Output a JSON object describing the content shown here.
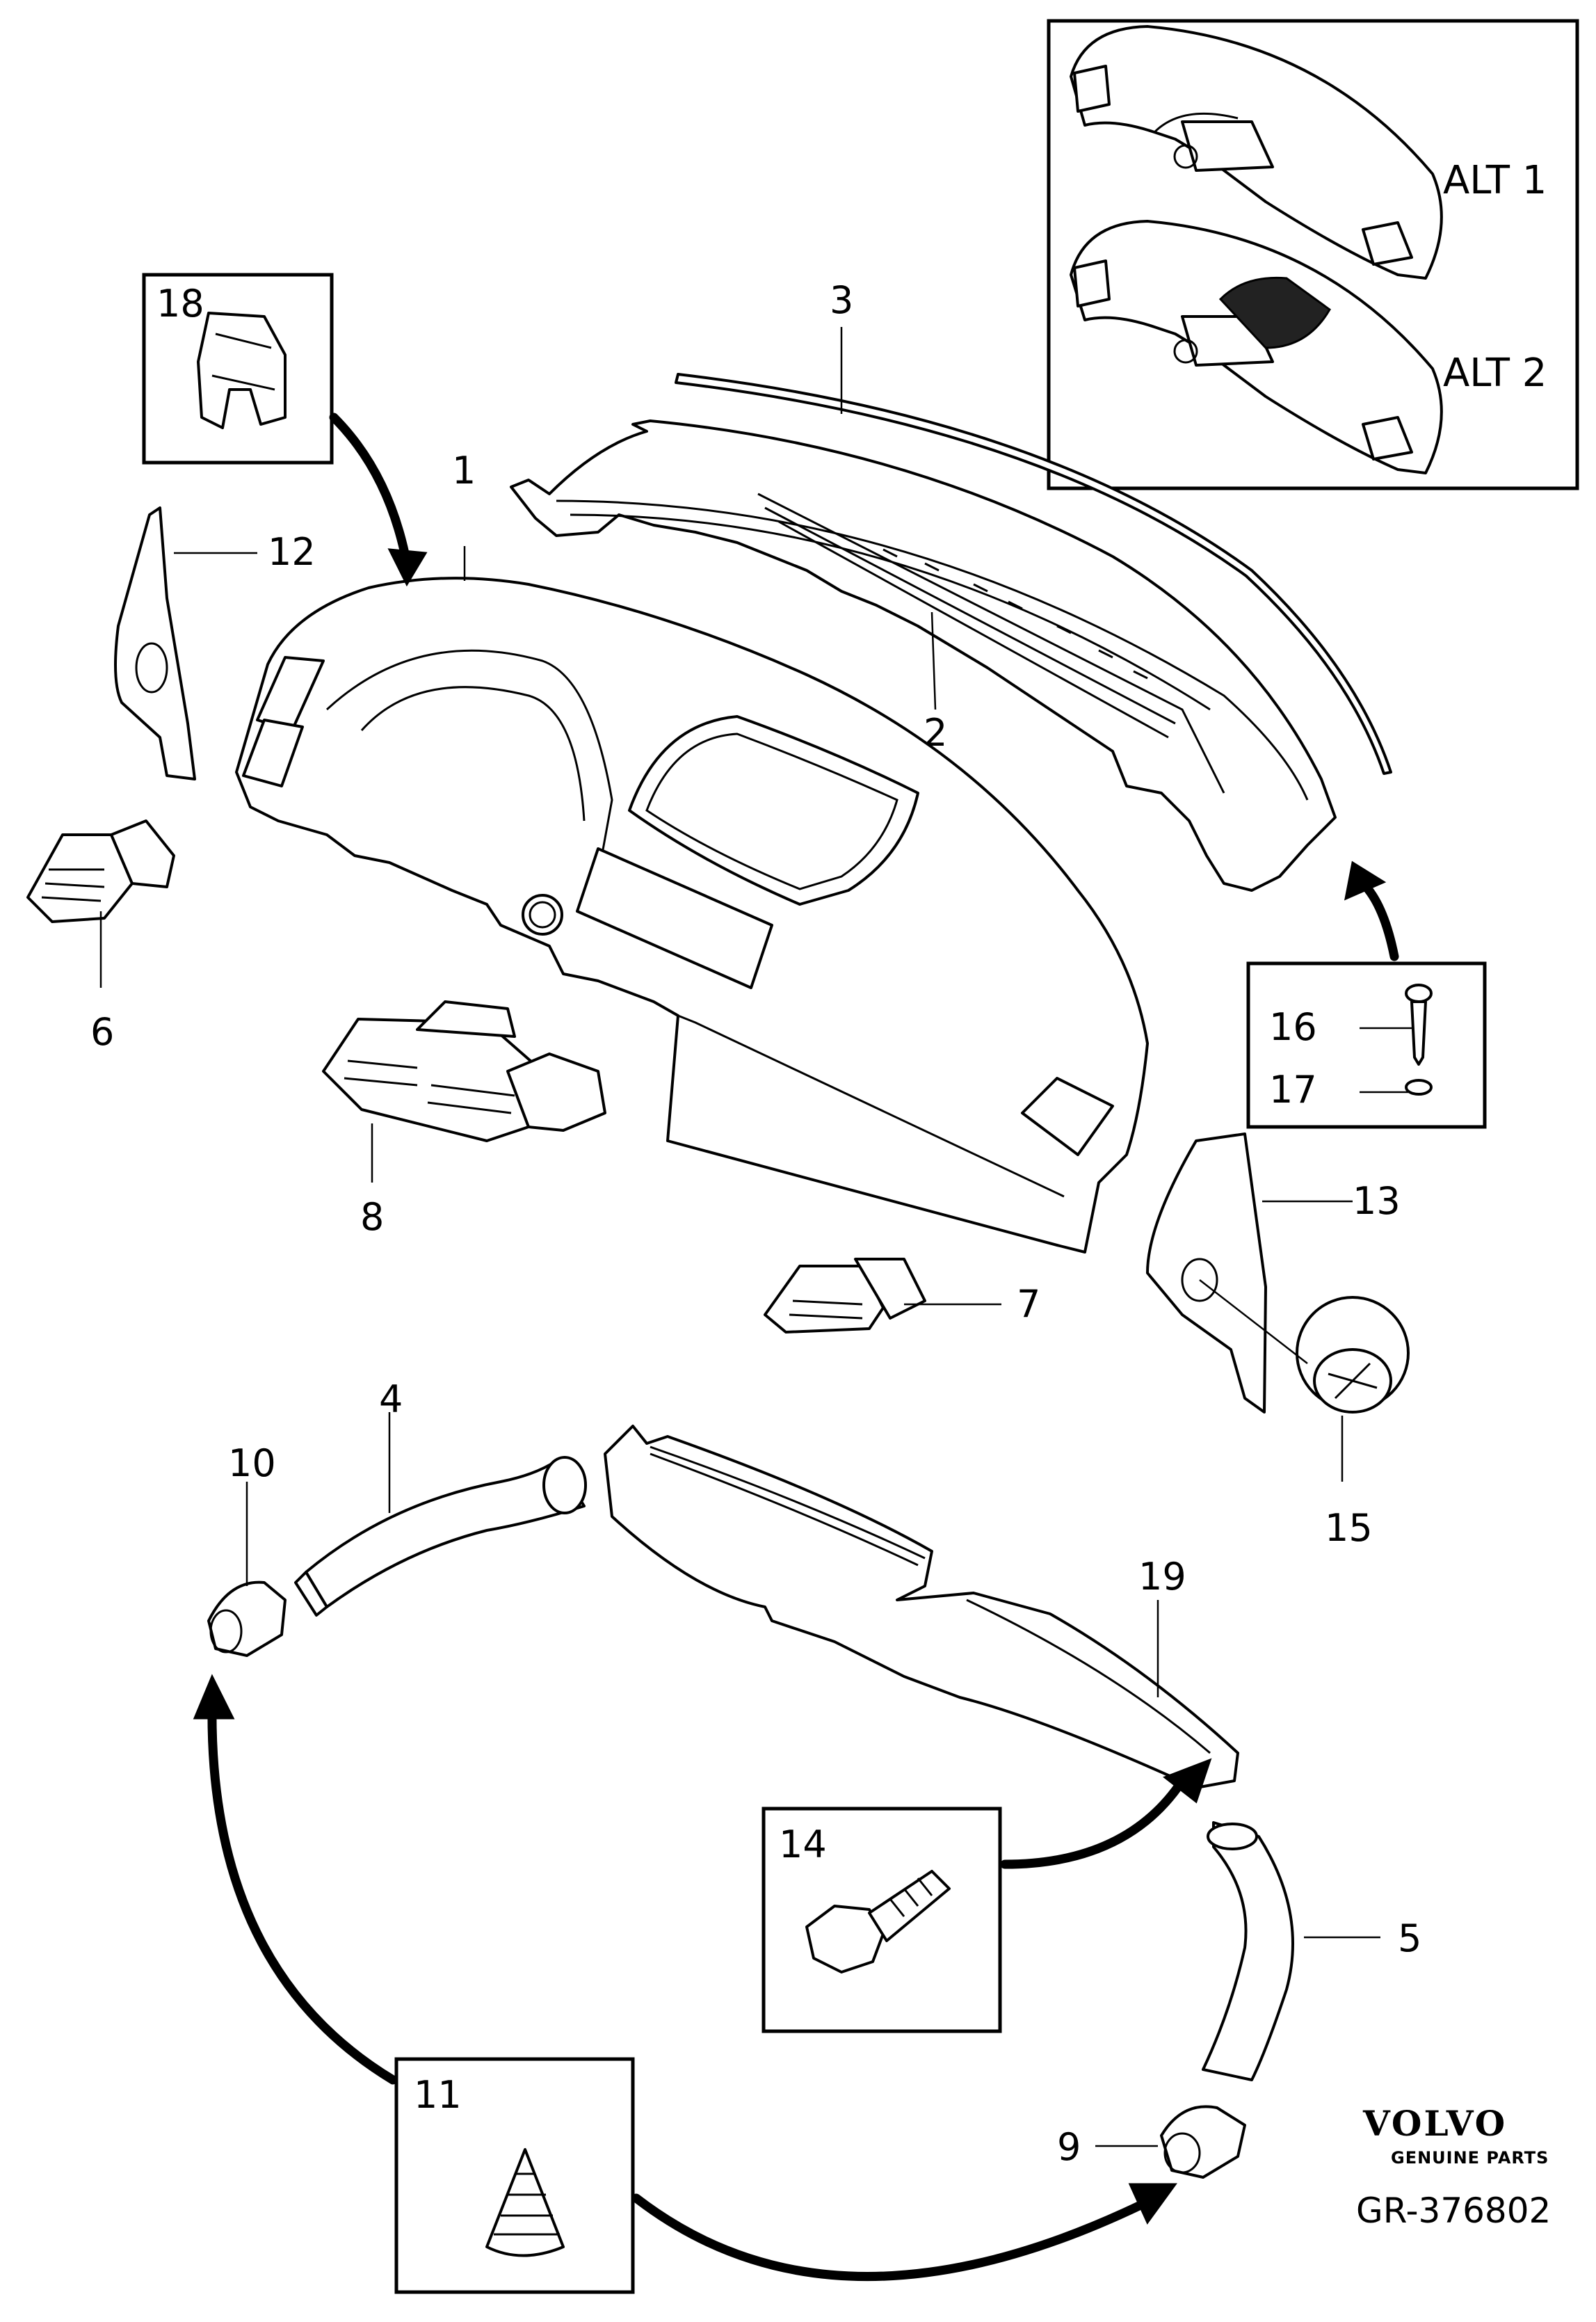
{
  "callouts": {
    "c1": "1",
    "c2": "2",
    "c3": "3",
    "c4": "4",
    "c5": "5",
    "c6": "6",
    "c7": "7",
    "c8": "8",
    "c9": "9",
    "c10": "10",
    "c11": "11",
    "c12": "12",
    "c13": "13",
    "c14": "14",
    "c15": "15",
    "c16": "16",
    "c17": "17",
    "c18": "18",
    "c19": "19"
  },
  "inset": {
    "alt1": "ALT 1",
    "alt2": "ALT 2"
  },
  "logo": {
    "brand": "VOLVO",
    "tagline": "GENUINE PARTS"
  },
  "reference": "GR-376802",
  "colors": {
    "line": "#000000",
    "background": "#ffffff",
    "shading": "#222222"
  }
}
